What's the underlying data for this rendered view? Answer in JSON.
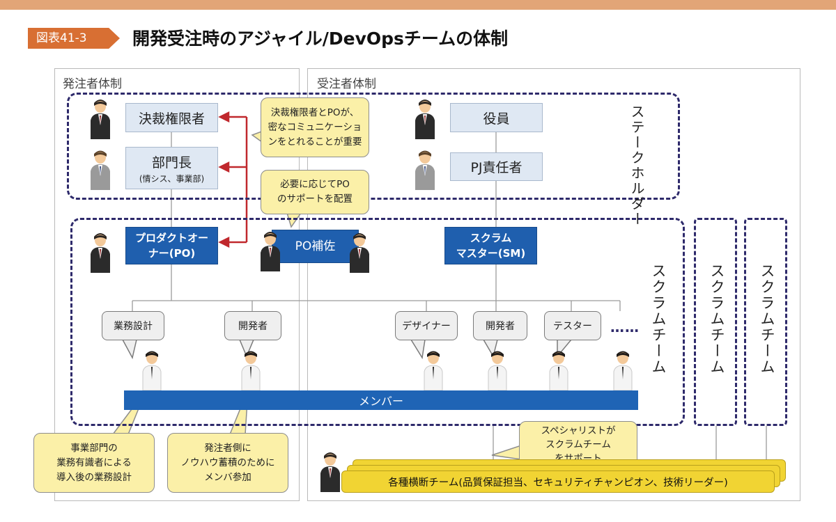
{
  "header": {
    "figure_tag": "図表41-3",
    "title": "開発受注時のアジャイル/DevOpsチームの体制"
  },
  "regions": {
    "client": "発注者体制",
    "vendor": "受注者体制"
  },
  "stakeholders": {
    "label": "ステークホルダー",
    "approver": "決裁権限者",
    "dept_head": "部門長",
    "dept_head_sub": "(情シス、事業部)",
    "executive": "役員",
    "pj_manager": "PJ責任者"
  },
  "scrum": {
    "po_line1": "プロダクトオー",
    "po_line2": "ナー(PO)",
    "po_assist": "PO補佐",
    "sm_line1": "スクラム",
    "sm_line2": "マスター(SM)",
    "team_label": "スクラムチーム",
    "other_team_1": "スクラムチーム",
    "other_team_2": "スクラムチーム",
    "members_bar": "メンバー",
    "ellipsis": "……"
  },
  "roles": {
    "business_design": "業務設計",
    "client_dev": "開発者",
    "designer": "デザイナー",
    "vendor_dev": "開発者",
    "tester": "テスター"
  },
  "callouts": {
    "po_comm": [
      "決裁権限者とPOが、",
      "密なコミュニケーショ",
      "ンをとれることが重要"
    ],
    "po_support": [
      "必要に応じてPO",
      "のサポートを配置"
    ],
    "biz_expert": [
      "事業部門の",
      "業務有識者による",
      "導入後の業務設計"
    ],
    "client_member": [
      "発注者側に",
      "ノウハウ蓄積のために",
      "メンバ参加"
    ],
    "specialist": [
      "スペシャリストが",
      "スクラムチーム",
      "をサポート"
    ]
  },
  "cross_team": "各種横断チーム(品質保証担当、セキュリティチャンピオン、技術リーダー)",
  "colors": {
    "accent": "#d86f33",
    "topbar": "#e2a577",
    "dashed_border": "#2e2a6b",
    "dark_box": "#1f5fae",
    "light_box": "#dfe8f3",
    "callout": "#fbf0a8",
    "cross_team": "#f1d433",
    "arrow": "#c0282d"
  }
}
